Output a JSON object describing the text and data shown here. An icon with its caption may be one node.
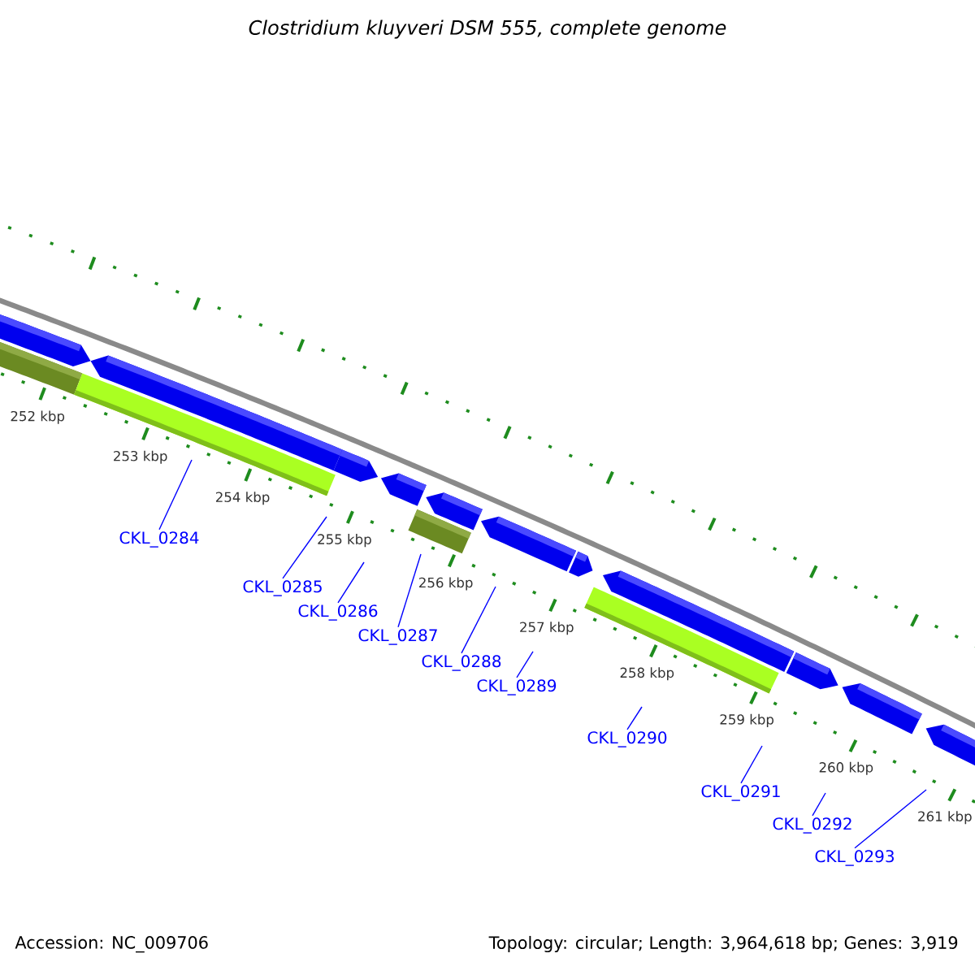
{
  "diagram": {
    "title": "Clostridium kluyveri DSM 555, complete genome",
    "nodes": [
      {
        "text": [
          "CKL_0284"
        ]
      },
      {
        "text": [
          "CKL_0285"
        ]
      },
      {
        "text": [
          "CKL_0286"
        ]
      },
      {
        "text": [
          "CKL_0287"
        ]
      },
      {
        "text": [
          "CKL_0288"
        ]
      },
      {
        "text": [
          "CKL_0289"
        ]
      },
      {
        "text": [
          "CKL_0290"
        ]
      },
      {
        "text": [
          "CKL_0291"
        ]
      },
      {
        "text": [
          "CKL_0292"
        ]
      },
      {
        "text": [
          "CKL_0293"
        ]
      }
    ],
    "edges": [
      {
        "from": 0,
        "to": null,
        "arrow": "none"
      },
      {
        "from": 1,
        "to": null,
        "arrow": "none"
      },
      {
        "from": 2,
        "to": null,
        "arrow": "none"
      },
      {
        "from": 3,
        "to": null,
        "arrow": "none"
      },
      {
        "from": 4,
        "to": null,
        "arrow": "none"
      },
      {
        "from": 5,
        "to": null,
        "arrow": "none"
      },
      {
        "from": 6,
        "to": null,
        "arrow": "none"
      },
      {
        "from": 7,
        "to": null,
        "arrow": "none"
      },
      {
        "from": 8,
        "to": null,
        "arrow": "none"
      },
      {
        "from": 9,
        "to": null,
        "arrow": "none"
      }
    ],
    "labels": [
      "252 kbp",
      "253 kbp",
      "254 kbp",
      "255 kbp",
      "256 kbp",
      "257 kbp",
      "258 kbp",
      "259 kbp",
      "260 kbp",
      "261 kbp",
      "Accession: NC_009706",
      "Topology: circular; Length: 3,964,618 bp; Genes: 3,919"
    ]
  }
}
